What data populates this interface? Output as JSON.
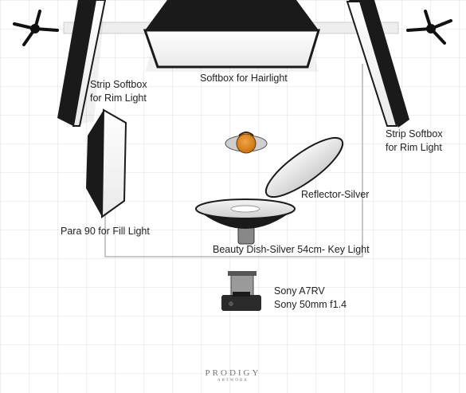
{
  "labels": {
    "hairlight": "Softbox for Hairlight",
    "rim_left": "Strip Softbox\nfor Rim Light",
    "rim_right": "Strip Softbox\nfor Rim Light",
    "fill": "Para 90 for Fill Light",
    "reflector": "Reflector-Silver",
    "key": "Beauty Dish-Silver 54cm- Key Light",
    "camera": "Sony A7RV\nSony 50mm f1.4"
  },
  "logo": {
    "name": "PRODIGY",
    "tagline": "ARTWORK"
  },
  "colors": {
    "background": "#ffffff",
    "backdrop_outline": "#b0b0b0",
    "light_dark": "#1a1a1a",
    "model_head": "#e08a1e"
  }
}
